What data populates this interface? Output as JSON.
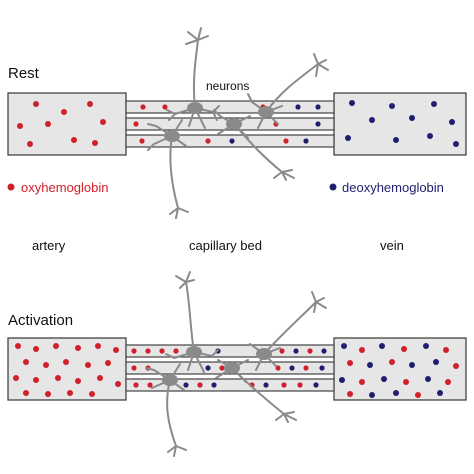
{
  "panels": {
    "rest": {
      "title": "Rest",
      "neurons_label": "neurons",
      "legend_oxy": "oxyhemoglobin",
      "legend_deoxy": "deoxyhemoglobin",
      "artery_label": "artery",
      "capillary_label": "capillary bed",
      "vein_label": "vein"
    },
    "activation": {
      "title": "Activation"
    }
  },
  "colors": {
    "oxy": "#d0202a",
    "deoxy": "#1f1f6e",
    "vessel_fill": "#e6e6e6",
    "vessel_stroke": "#444444",
    "neuron": "#8a8a8a",
    "text": "#111111"
  },
  "icons": [
    "oxyhemoglobin-dot-icon",
    "deoxyhemoglobin-dot-icon",
    "neuron-icon"
  ]
}
